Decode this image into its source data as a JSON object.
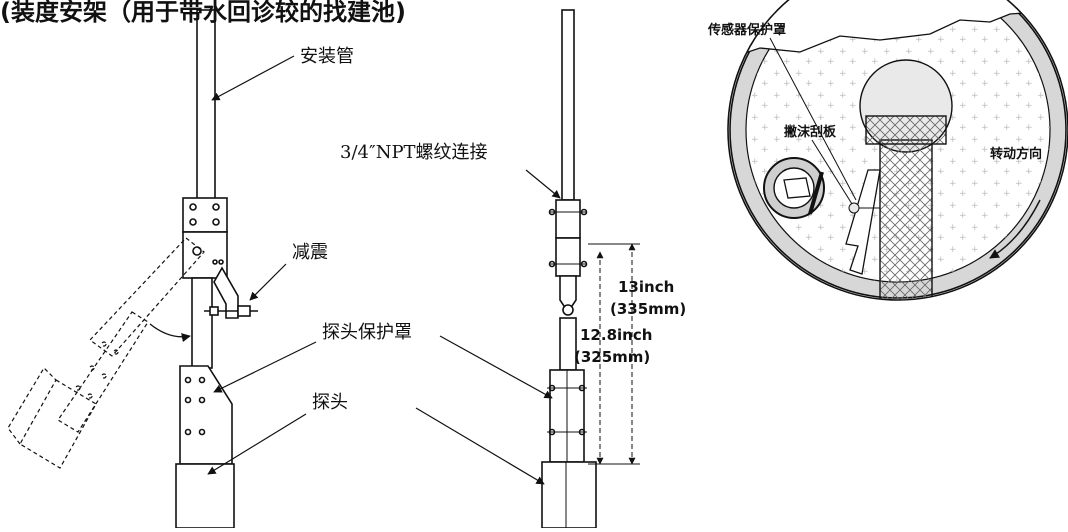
{
  "title": "(装度安架（用于带水回诊较的找建池)",
  "left_view": {
    "labels": {
      "mounting_pipe": "安装管",
      "damping": "减震",
      "probe_guard": "探头保护罩",
      "probe": "探头"
    }
  },
  "middle_view": {
    "labels": {
      "npt_connection": "3/4″NPT螺纹连接",
      "dim_outer_in": "13inch",
      "dim_outer_mm": "(335mm)",
      "dim_inner_in": "12.8inch",
      "dim_inner_mm": "(325mm)"
    }
  },
  "right_view": {
    "labels": {
      "sensor_guard": "传感器保护罩",
      "wiper": "撇沫刮板",
      "rotation_direction": "转动方向"
    }
  },
  "colors": {
    "line": "#111111",
    "probe_fill": "#e9e9e9",
    "dot": "#bdbdbd"
  }
}
